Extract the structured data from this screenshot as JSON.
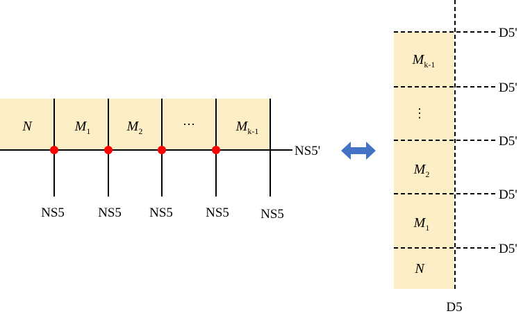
{
  "left": {
    "cells": [
      {
        "main": "N",
        "sub": ""
      },
      {
        "main": "M",
        "sub": "1"
      },
      {
        "main": "M",
        "sub": "2"
      },
      {
        "main": "⋯",
        "sub": ""
      },
      {
        "main": "M",
        "sub": "k-1"
      }
    ],
    "horizontal_label": "NS5'",
    "vertical_labels": [
      "NS5",
      "NS5",
      "NS5",
      "NS5",
      "NS5"
    ]
  },
  "right": {
    "cells": [
      {
        "main": "M",
        "sub": "k-1"
      },
      {
        "main": "⋮",
        "sub": ""
      },
      {
        "main": "M",
        "sub": "2"
      },
      {
        "main": "M",
        "sub": "1"
      },
      {
        "main": "N",
        "sub": ""
      }
    ],
    "boundary_labels": [
      "D5'",
      "D5'",
      "D5'",
      "D5'",
      "D5'"
    ],
    "vertical_label": "D5"
  },
  "colors": {
    "cell_fill": "#FDEFC5",
    "junction": "#FF0000",
    "arrow": "#4472C4"
  }
}
